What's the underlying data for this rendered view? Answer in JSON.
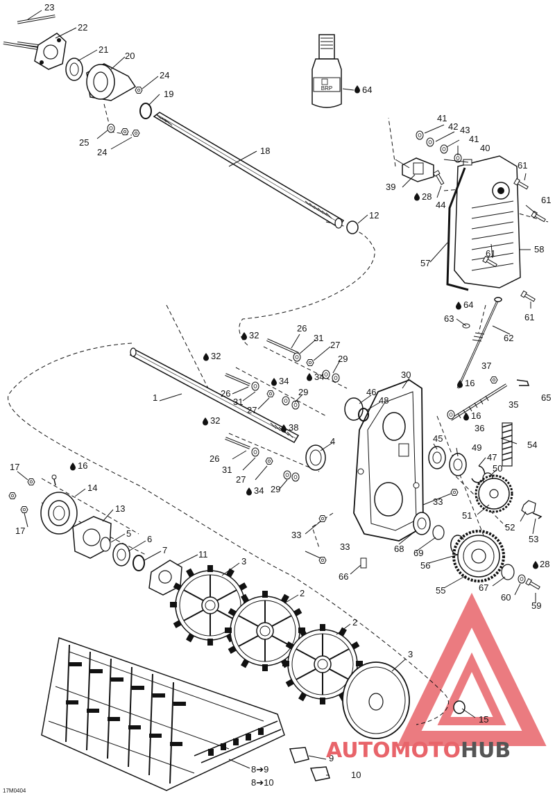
{
  "figure_code": "17M0404",
  "watermark": {
    "brand_first": "AUTOMOTO",
    "brand_second": "HUB",
    "color_primary": "#e8646a",
    "color_secondary": "#555555"
  },
  "bottle_label": "BRP",
  "callouts": {
    "c1": "1",
    "c2a": "2",
    "c2b": "2",
    "c3a": "3",
    "c3b": "3",
    "c4": "4",
    "c5": "5",
    "c6": "6",
    "c7": "7",
    "c8_9": "8➔9",
    "c8_10": "8➔10",
    "c9": "9",
    "c10": "10",
    "c11": "11",
    "c12": "12",
    "c13": "13",
    "c14": "14",
    "c15": "15",
    "c16a": "16",
    "c16b": "16",
    "c16c": "16",
    "c17a": "17",
    "c17b": "17",
    "c18": "18",
    "c19": "19",
    "c20": "20",
    "c21": "21",
    "c22": "22",
    "c23": "23",
    "c24a": "24",
    "c24b": "24",
    "c25": "25",
    "c26a": "26",
    "c26b": "26",
    "c26c": "26",
    "c27a": "27",
    "c27b": "27",
    "c27c": "27",
    "c28a": "28",
    "c28b": "28",
    "c29a": "29",
    "c29b": "29",
    "c29c": "29",
    "c30": "30",
    "c31a": "31",
    "c31b": "31",
    "c31c": "31",
    "c32a": "32",
    "c32b": "32",
    "c32c": "32",
    "c33a": "33",
    "c33b": "33",
    "c33c": "33",
    "c34a": "34",
    "c34b": "34",
    "c34c": "34",
    "c35": "35",
    "c36": "36",
    "c37": "37",
    "c38": "38",
    "c39": "39",
    "c40": "40",
    "c41a": "41",
    "c41b": "41",
    "c42": "42",
    "c43": "43",
    "c44": "44",
    "c45": "45",
    "c46": "46",
    "c47": "47",
    "c48": "48",
    "c49": "49",
    "c50": "50",
    "c51": "51",
    "c52": "52",
    "c53": "53",
    "c54": "54",
    "c55": "55",
    "c56": "56",
    "c57": "57",
    "c58": "58",
    "c59": "59",
    "c60": "60",
    "c61a": "61",
    "c61b": "61",
    "c61c": "61",
    "c61d": "61",
    "c62": "62",
    "c63": "63",
    "c64a": "64",
    "c64b": "64",
    "c65": "65",
    "c66": "66",
    "c67": "67",
    "c68": "68",
    "c69": "69"
  }
}
